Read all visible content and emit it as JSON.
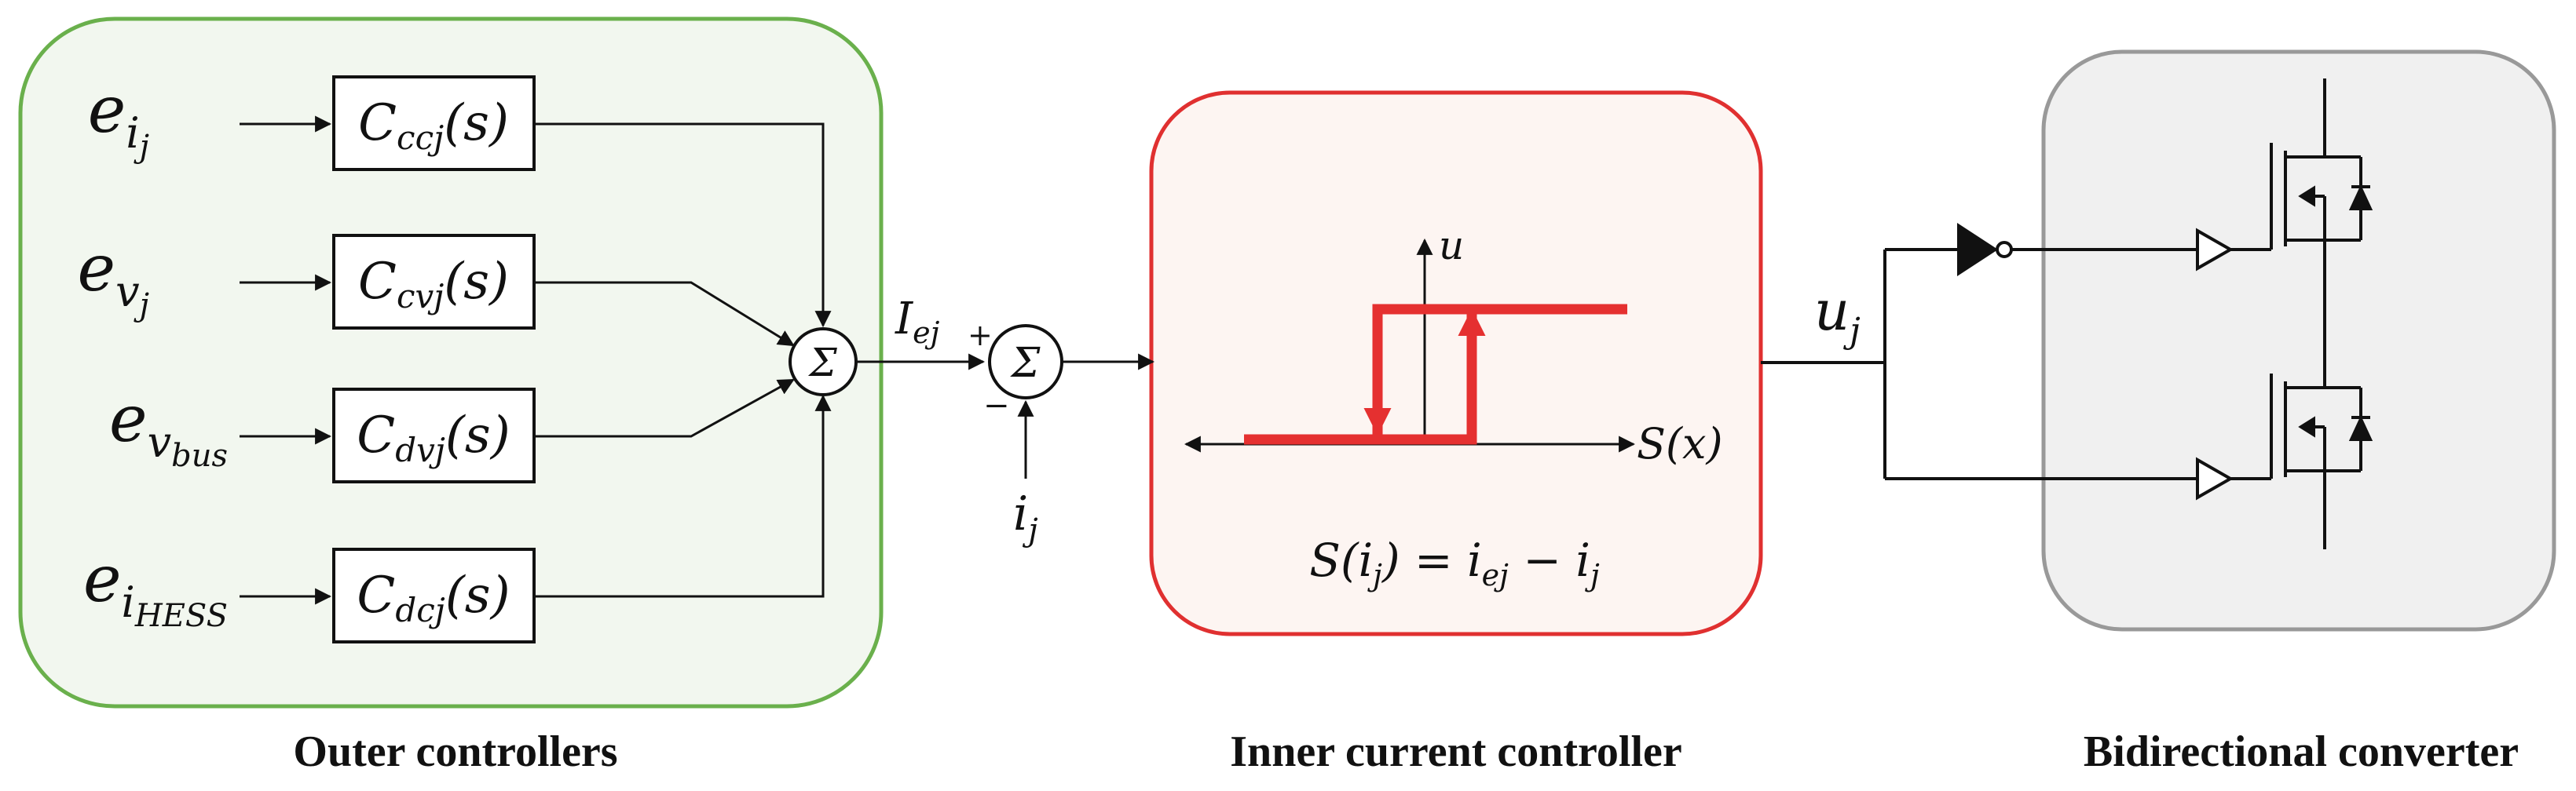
{
  "groups": {
    "outer_label": "Outer controllers",
    "inner_label": "Inner current controller",
    "converter_label": "Bidirectional converter"
  },
  "colors": {
    "outer_fill": "#f2f7ef",
    "outer_border": "#6ab04c",
    "inner_fill": "#fdf5f2",
    "inner_border": "#e03030",
    "converter_fill": "#f0f0f0",
    "converter_border": "#999999",
    "hysteresis": "#e53030"
  },
  "outer": {
    "errors": [
      {
        "base": "e",
        "sub": "i",
        "subsub": "j"
      },
      {
        "base": "e",
        "sub": "v",
        "subsub": "j"
      },
      {
        "base": "e",
        "sub": "v",
        "subsub": "bus"
      },
      {
        "base": "e",
        "sub": "i",
        "subsub": "HESS"
      }
    ],
    "blocks": [
      {
        "pre": "C",
        "sub": "ccj",
        "post": "(s)"
      },
      {
        "pre": "C",
        "sub": "cvj",
        "post": "(s)"
      },
      {
        "pre": "C",
        "sub": "dvj",
        "post": "(s)"
      },
      {
        "pre": "C",
        "sub": "dcj",
        "post": "(s)"
      }
    ],
    "sum_symbol": "Σ"
  },
  "reference": {
    "base": "I",
    "sub": "ej",
    "plus": "+",
    "minus": "−"
  },
  "feedback": {
    "base": "i",
    "sub": "j"
  },
  "sum2_symbol": "Σ",
  "inner": {
    "u_axis": "u",
    "s_axis": "S(x)",
    "equation": {
      "lhs_pre": "S(i",
      "lhs_sub": "j",
      "lhs_post": ") = i",
      "mid_sub": "ej",
      "mid_post": " − i",
      "end_sub": "j"
    }
  },
  "switch_signal": {
    "base": "u",
    "sub": "j"
  }
}
